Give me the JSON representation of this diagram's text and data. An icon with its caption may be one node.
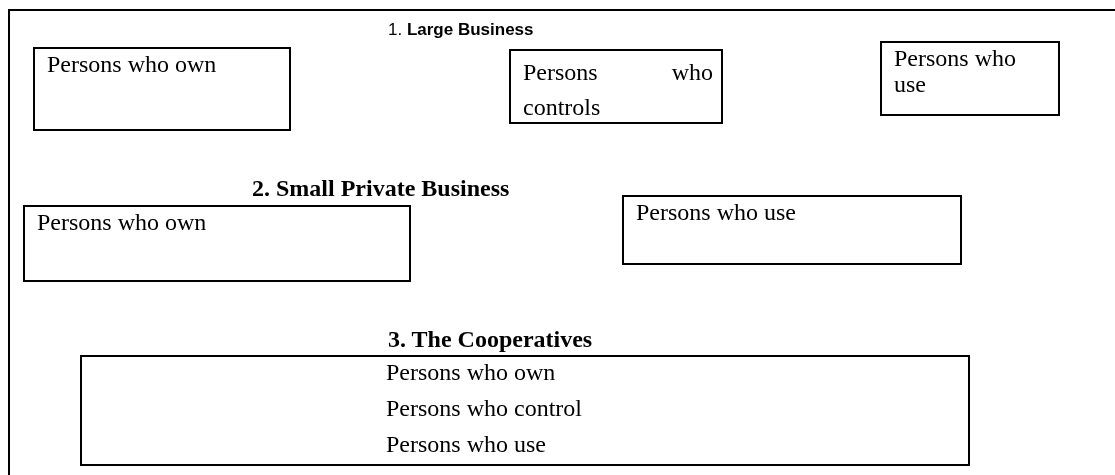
{
  "diagram": {
    "nodes": [
      {
        "text": [
          "Persons who own"
        ]
      },
      {
        "text": [
          "Persons who controls"
        ]
      },
      {
        "text": [
          "Persons who use"
        ]
      },
      {
        "text": [
          "Persons who own"
        ]
      },
      {
        "text": [
          "Persons who use"
        ]
      },
      {
        "text": [
          "Persons who own",
          "Persons who control",
          "Persons who use"
        ]
      }
    ],
    "labels": [
      "1. **Large Business**",
      "2. Small Private Business",
      "3. The Cooperatives"
    ]
  }
}
